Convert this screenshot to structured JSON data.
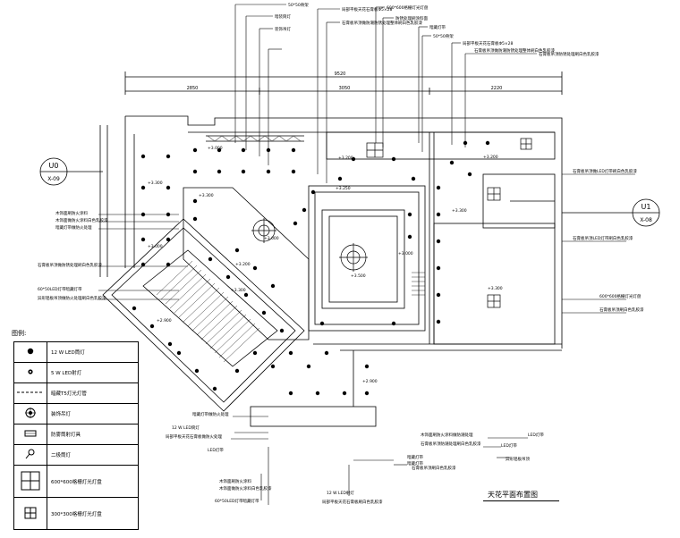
{
  "drawing": {
    "title": "天花平面布置图",
    "elev_left": {
      "top": "U0",
      "bottom": "X-09"
    },
    "elev_right": {
      "top": "U1",
      "bottom": "X-08"
    }
  },
  "legend": {
    "heading": "图例:",
    "items": [
      {
        "label": "12 W LED筒灯",
        "icon": "filled-dot-icon"
      },
      {
        "label": "5 W LED射灯",
        "icon": "small-spot-icon"
      },
      {
        "label": "暗藏T5灯光灯管",
        "icon": "dashed-line-icon"
      },
      {
        "label": "装饰吊灯",
        "icon": "pendant-lamp-icon"
      },
      {
        "label": "防雾筒射灯具",
        "icon": "recessed-box-icon"
      },
      {
        "label": "二极筒灯",
        "icon": "wall-lamp-icon"
      },
      {
        "label": "600*600格栅灯光灯盘",
        "icon": "grid-panel-large-icon"
      },
      {
        "label": "300*300格栅灯光灯盘",
        "icon": "grid-panel-small-icon"
      }
    ]
  },
  "top_labels": [
    "50*50骨架",
    "暗装筒灯",
    "装饰吊灯",
    "局部平板天花石膏板Φ5×28",
    "石膏板吊顶做防潮防锈处理整体刷白色乳胶漆",
    "600*600格栅灯光灯盘",
    "防锈处理刷涂料面",
    "暗藏灯带",
    "50*50骨架",
    "局部平板天花石膏板Φ5×28",
    "石膏板吊顶做防潮防锈处理整体刷白色乳胶漆",
    "石膏板吊顶防锈处理刷白色乳胶漆"
  ],
  "left_labels": [
    "木饰面刷防火涂料",
    "木饰面做防火涂料白色乳胶漆",
    "暗藏灯带做防火处理",
    "石膏板吊顶做防锈处理刷白色乳胶漆",
    "60*50LED灯带暗藏灯带",
    "异形铝板吊顶做防火处理刷白色乳胶漆"
  ],
  "right_labels": [
    "石膏板吊顶做LED灯带刷白色乳胶漆",
    "石膏板吊顶LED灯带刷白色乳胶漆",
    "600*600格栅灯光灯盘",
    "石膏板吊顶刷白色乳胶漆"
  ],
  "bottom_labels": [
    "暗藏灯带做防火处理",
    "12 W LED筒灯",
    "局部平板天花石膏板做防火处理",
    "LED灯带",
    "木饰面刷防火涂料",
    "木饰面做防火涂料白色乳胶漆",
    "60*50LED灯带暗藏灯带",
    "12 W LED射灯",
    "局部平板天花石膏板刷白色乳胶漆",
    "暗藏灯带",
    "木饰面刷防火涂料做防潮处理",
    "石膏板吊顶防潮处理刷白色乳胶漆",
    "石膏板吊顶刷白色乳胶漆",
    "异形铝板吊顶",
    "LED灯带",
    "LED灯带",
    "暗藏灯带"
  ],
  "elevations": [
    "+3.000",
    "+3.300",
    "+3.300",
    "+3.200",
    "+3.250",
    "+3.500",
    "+3.000",
    "+3.200",
    "+2.900",
    "+3.000",
    "+3.200",
    "+3.300",
    "+2.900",
    "+3.300",
    "+3.300",
    "+3.000"
  ],
  "dimensions": {
    "overall": "9520",
    "left": "2850",
    "mid": "3050",
    "right": "2220"
  }
}
